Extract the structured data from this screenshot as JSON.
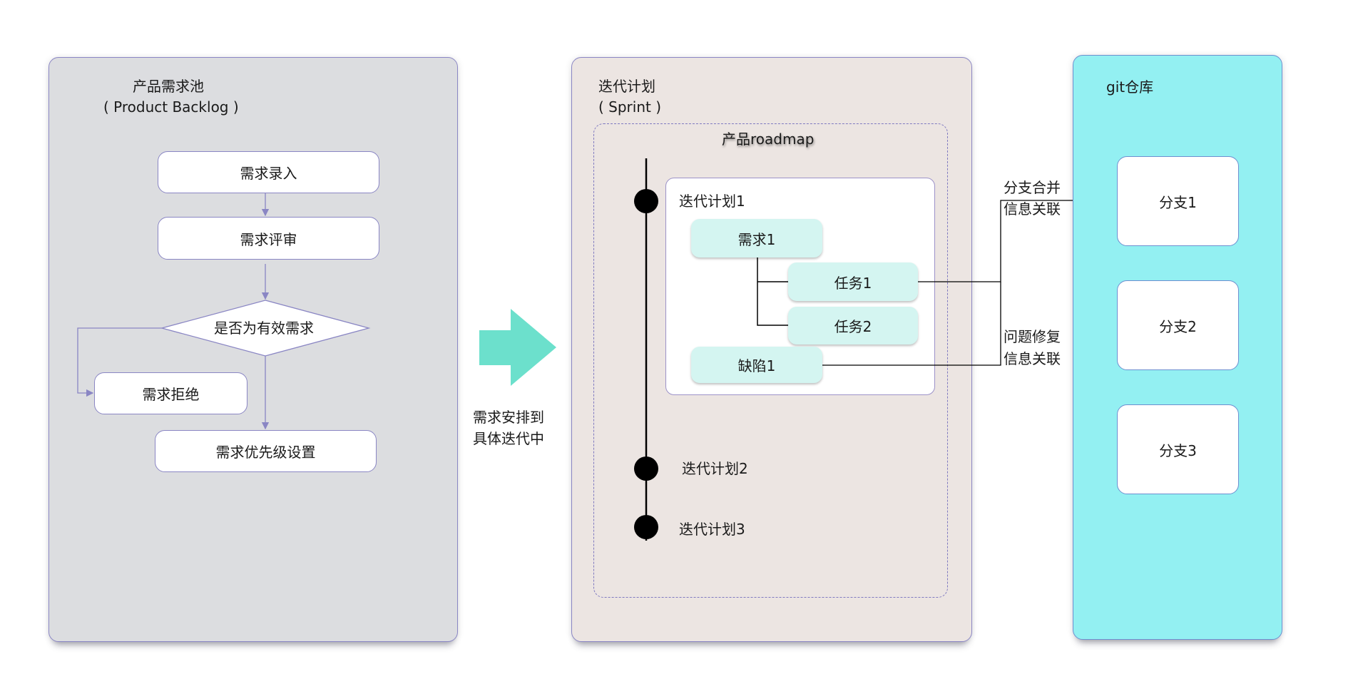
{
  "backlog": {
    "title": "产品需求池",
    "subtitle": "( Product Backlog )",
    "steps": {
      "entry": "需求录入",
      "review": "需求评审",
      "decision": "是否为有效需求",
      "reject": "需求拒绝",
      "priority": "需求优先级设置"
    }
  },
  "transfer": {
    "line1": "需求安排到",
    "line2": "具体迭代中",
    "arrow_color": "#6ce0cc"
  },
  "sprint": {
    "title": "迭代计划",
    "subtitle": "( Sprint )",
    "roadmap_title": "产品roadmap",
    "iterations": [
      {
        "label": "迭代计划1"
      },
      {
        "label": "迭代计划2"
      },
      {
        "label": "迭代计划3"
      }
    ],
    "items": {
      "requirement": "需求1",
      "task1": "任务1",
      "task2": "任务2",
      "defect": "缺陷1"
    }
  },
  "links": {
    "merge_line1": "分支合并",
    "merge_line2": "信息关联",
    "fix_line1": "问题修复",
    "fix_line2": "信息关联"
  },
  "git": {
    "title": "git仓库",
    "branches": [
      "分支1",
      "分支2",
      "分支3"
    ]
  },
  "colors": {
    "backlog_bg": "#dcdde0",
    "sprint_bg": "#ece5e2",
    "git_bg": "#93f0f2",
    "item_bg": "#d4f5f1",
    "border": "#8a86c4"
  }
}
